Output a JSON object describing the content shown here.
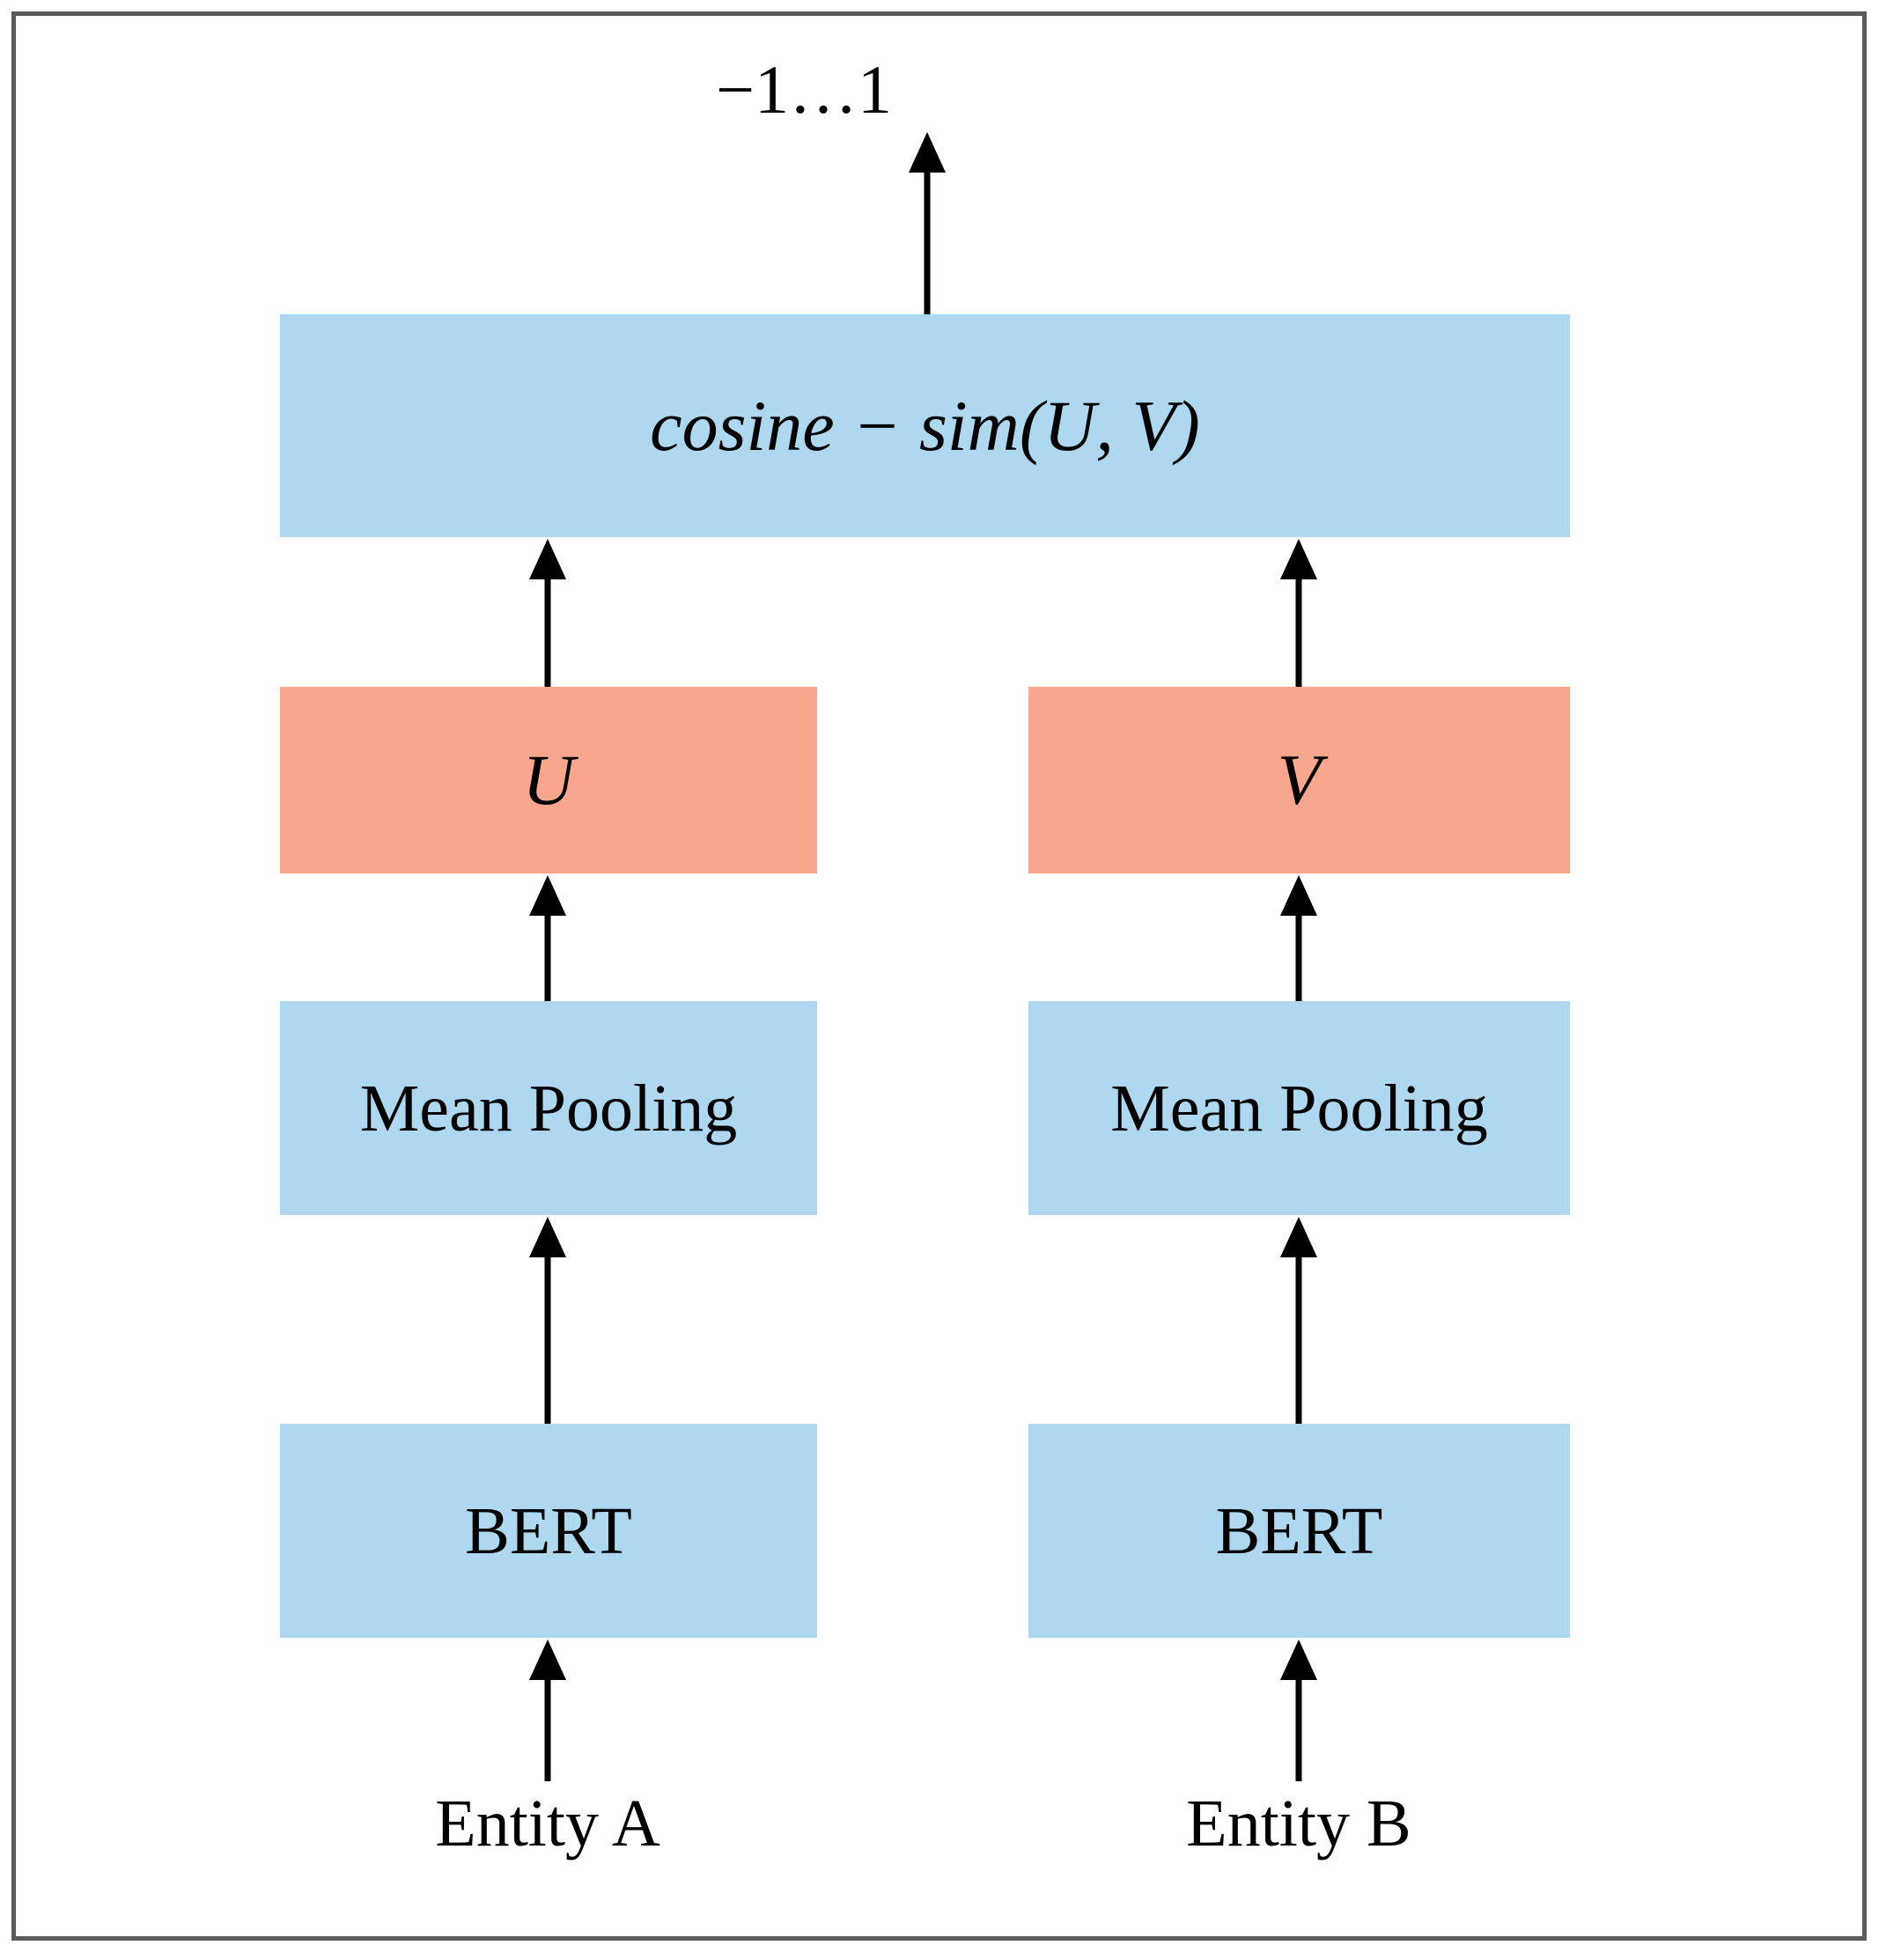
{
  "figure": {
    "type": "diagram",
    "description": "Siamese BERT bi-encoder architecture producing cosine similarity between two entity embeddings",
    "border_color": "#5a5a5a",
    "background_color": "#ffffff"
  },
  "colors": {
    "box_blue": "#add8f0",
    "box_salmon": "#f8a78e",
    "arrow": "#000000",
    "text": "#000000"
  },
  "output": {
    "label": "−1…1"
  },
  "similarity": {
    "label": "cosine − sim(U, V)"
  },
  "branches": [
    {
      "side": "left",
      "embedding_label": "U",
      "pooling_label": "Mean Pooling",
      "encoder_label": "BERT",
      "input_label": "Entity A"
    },
    {
      "side": "right",
      "embedding_label": "V",
      "pooling_label": "Mean Pooling",
      "encoder_label": "BERT",
      "input_label": "Entity B"
    }
  ],
  "arrows": {
    "output_arrow": "arrow-up-icon",
    "left_embedding_to_sim": "arrow-up-icon",
    "right_embedding_to_sim": "arrow-up-icon",
    "left_pool_to_embedding": "arrow-up-icon",
    "right_pool_to_embedding": "arrow-up-icon",
    "left_bert_to_pool": "arrow-up-icon",
    "right_bert_to_pool": "arrow-up-icon",
    "left_input_to_bert": "arrow-up-icon",
    "right_input_to_bert": "arrow-up-icon"
  }
}
